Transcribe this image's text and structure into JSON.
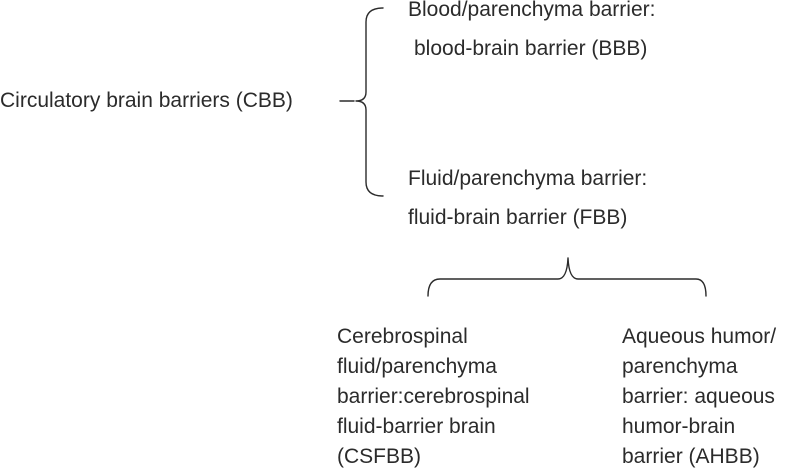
{
  "root": {
    "label": "Circulatory brain barriers (CBB)"
  },
  "bbb": {
    "line1": "Blood/parenchyma barrier:",
    "line2": "blood-brain barrier (BBB)"
  },
  "fbb": {
    "line1": "Fluid/parenchyma barrier:",
    "line2": "fluid-brain barrier (FBB)"
  },
  "csfbb": {
    "lines": [
      "Cerebrospinal",
      "fluid/parenchyma",
      "barrier:cerebrospinal",
      "fluid-barrier brain",
      "(CSFBB)"
    ]
  },
  "ahbb": {
    "lines": [
      "Aqueous humor/",
      "parenchyma",
      "barrier: aqueous",
      "humor-brain",
      "barrier (AHBB)"
    ]
  }
}
